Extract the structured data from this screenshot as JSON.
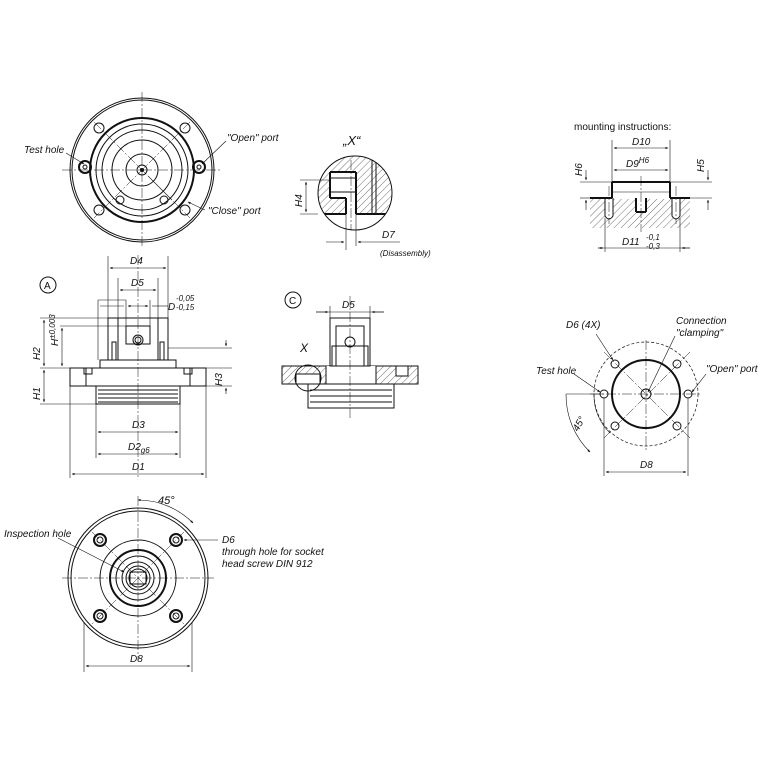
{
  "views": {
    "top_left": {
      "test_hole": "Test hole",
      "open_port": "\"Open\" port",
      "close_port": "\"Close\" port"
    },
    "detail_x": {
      "title": "„X“",
      "h4": "H4",
      "d7": "D7",
      "disassembly": "(Disassembly)"
    },
    "mounting": {
      "title": "mounting instructions:",
      "d10": "D10",
      "d9": "D9",
      "d9_tol": "H6",
      "h6": "H6",
      "h5": "H5",
      "d11": "D11",
      "d11_tol_upper": "-0,1",
      "d11_tol_lower": "-0,3"
    },
    "section_a": {
      "marker": "A",
      "d4": "D4",
      "d5": "D5",
      "d": "D",
      "d_tol_upper": "-0,05",
      "d_tol_lower": "-0,15",
      "h": "H",
      "h_tol": "±0,003",
      "h2": "H2",
      "h1": "H1",
      "h3": "H3",
      "d3": "D3",
      "d2": "D2",
      "d2_tol": "g6",
      "d1": "D1"
    },
    "section_c": {
      "marker": "C",
      "d5": "D5",
      "x": "X"
    },
    "mount_plan": {
      "d6_4x": "D6 (4X)",
      "connection": "Connection",
      "clamping": "\"clamping\"",
      "test_hole": "Test hole",
      "open_port": "\"Open\" port",
      "angle": "45°",
      "d8": "D8"
    },
    "bottom": {
      "angle": "45°",
      "inspection_hole": "Inspection hole",
      "d6": "D6",
      "through_hole_1": "through hole for socket",
      "through_hole_2": "head screw DIN 912",
      "d8": "D8"
    }
  }
}
